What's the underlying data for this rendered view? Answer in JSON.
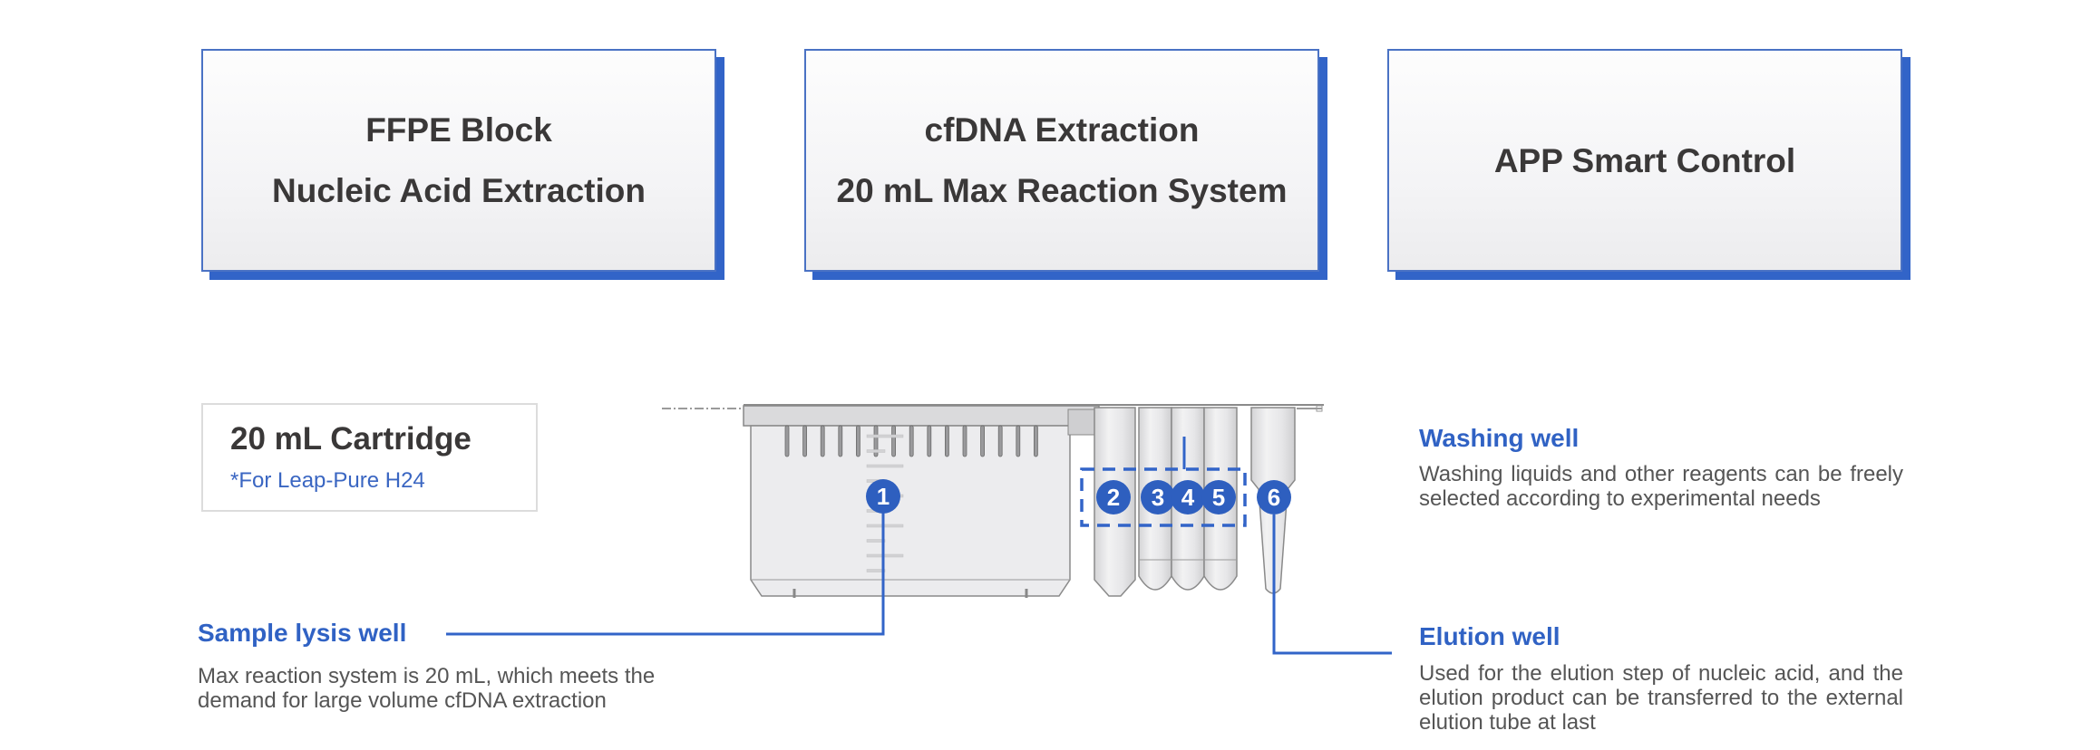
{
  "feature_cards": [
    {
      "lines": [
        "FFPE Block",
        "Nucleic Acid Extraction"
      ]
    },
    {
      "lines": [
        "cfDNA Extraction",
        "20 mL Max Reaction System"
      ]
    },
    {
      "lines": [
        "APP Smart Control"
      ]
    }
  ],
  "cartridge": {
    "title": "20 mL Cartridge",
    "subtitle": "*For Leap-Pure H24"
  },
  "wells": {
    "badges": [
      "1",
      "2",
      "3",
      "4",
      "5",
      "6"
    ],
    "sample_lysis": {
      "title": "Sample lysis well",
      "description": "Max reaction system is 20 mL, which meets the demand for large volume cfDNA extraction"
    },
    "washing": {
      "title": "Washing well",
      "description": "Washing liquids and other reagents can be freely selected according to experimental needs"
    },
    "elution": {
      "title": "Elution well",
      "description": "Used for the elution step of nucleic acid, and the elution product can be transferred to the external elution tube at last"
    }
  },
  "colors": {
    "accent": "#3264c8",
    "heading_text": "#3a3838",
    "body_text": "#555555",
    "card_border": "#4a72c4"
  }
}
